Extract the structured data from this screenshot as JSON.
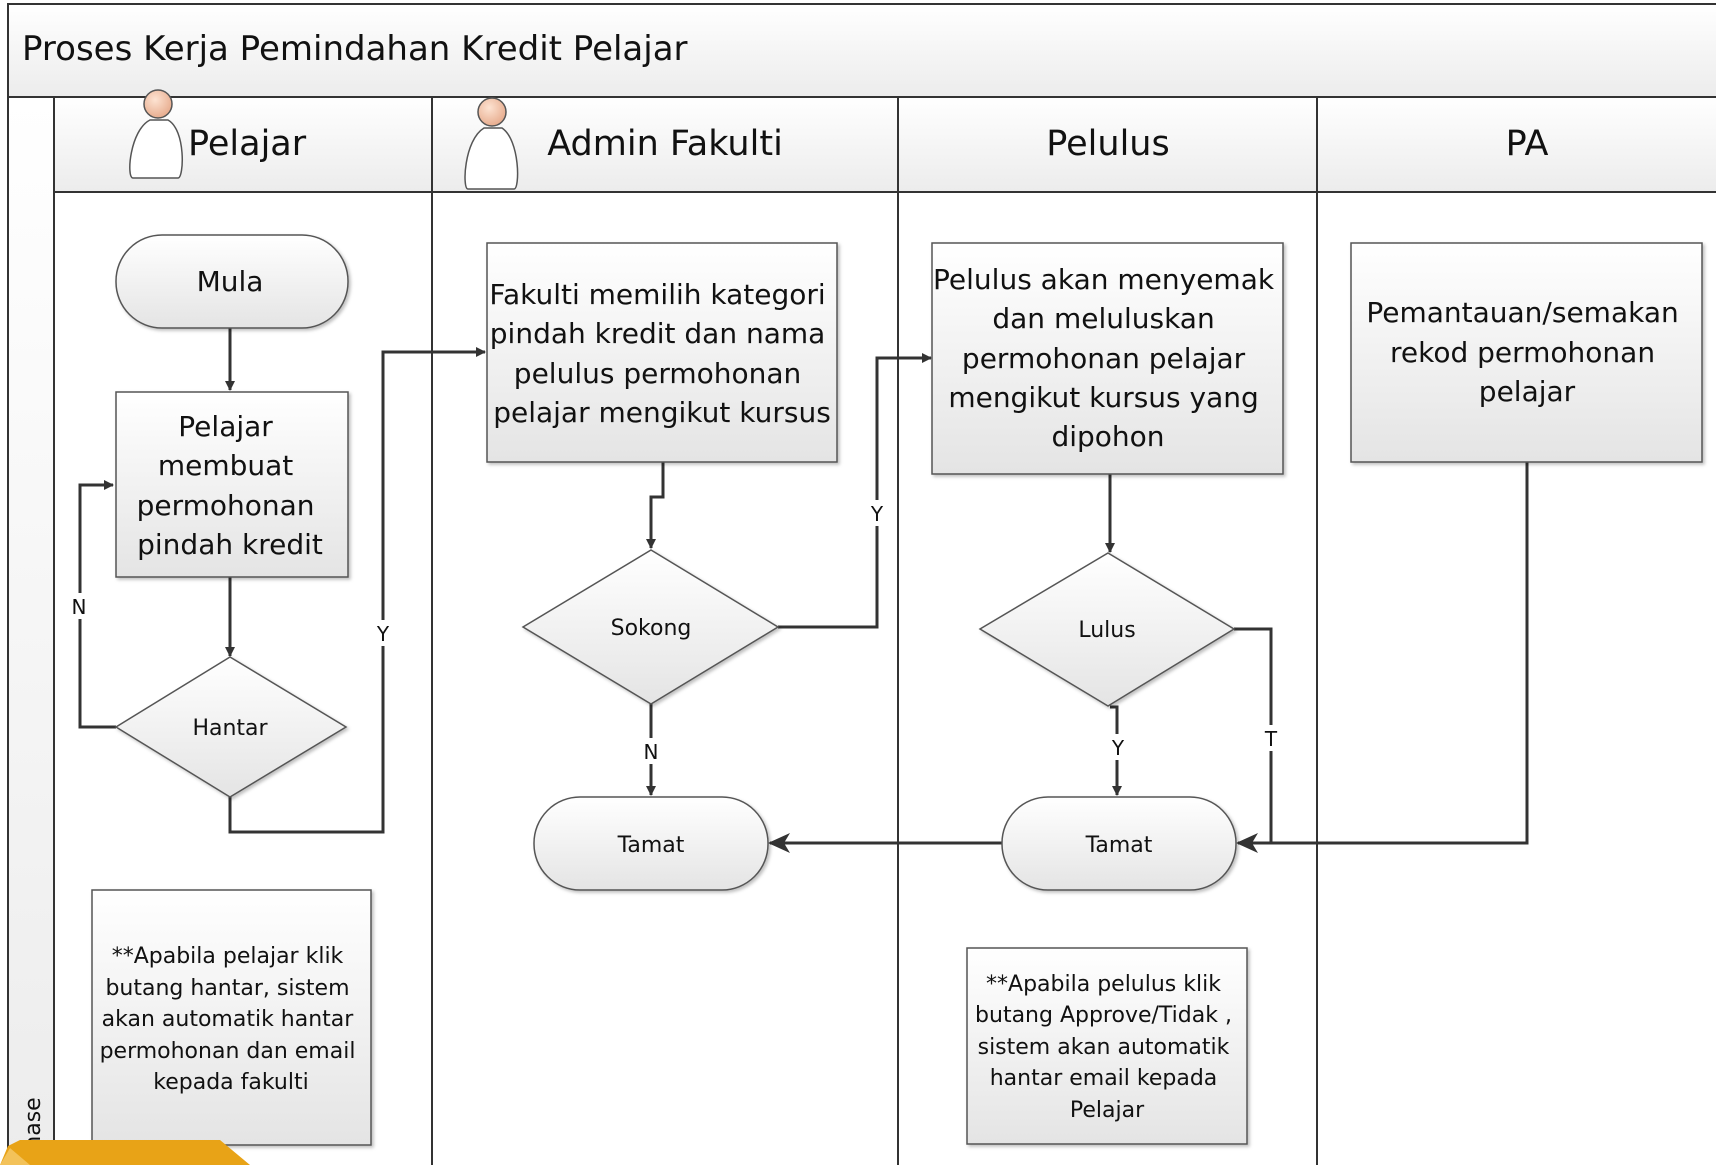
{
  "title": "Proses Kerja Pemindahan Kredit Pelajar",
  "phase_label": "Phase",
  "lanes": [
    {
      "id": "pelajar",
      "label": "Pelajar",
      "has_actor_icon": true
    },
    {
      "id": "admin",
      "label": "Admin Fakulti",
      "has_actor_icon": true
    },
    {
      "id": "pelulus",
      "label": "Pelulus",
      "has_actor_icon": false
    },
    {
      "id": "pa",
      "label": "PA",
      "has_actor_icon": false
    }
  ],
  "shapes": {
    "mula": "Mula",
    "pelajar_process": [
      "Pelajar",
      "membuat",
      "permohonan",
      "pindah kredit"
    ],
    "hantar": "Hantar",
    "pelajar_note": [
      "**Apabila pelajar klik",
      "butang hantar, sistem",
      "akan automatik hantar",
      "permohonan dan email",
      "kepada fakulti"
    ],
    "fakulti_process": [
      "Fakulti  memilih kategori",
      "pindah kredit dan nama",
      "pelulus  permohonan",
      "pelajar mengikut kursus"
    ],
    "sokong": "Sokong",
    "tamat_admin": "Tamat",
    "pelulus_process": [
      "Pelulus akan menyemak",
      "dan meluluskan",
      "permohonan pelajar",
      "mengikut kursus yang",
      "dipohon"
    ],
    "lulus": "Lulus",
    "tamat_pelulus": "Tamat",
    "pelulus_note": [
      "**Apabila pelulus klik",
      "butang Approve/Tidak ,",
      "sistem akan automatik",
      "hantar email  kepada",
      "Pelajar"
    ],
    "pa_process": [
      "Pemantauan/semakan",
      "rekod permohonan",
      "pelajar"
    ]
  },
  "edge_labels": {
    "hantar_no": "N",
    "hantar_yes": "Y",
    "sokong_yes": "Y",
    "sokong_no": "N",
    "lulus_yes": "Y",
    "lulus_no": "T"
  },
  "colors": {
    "frame": "#333333",
    "shape_fill_top": "#ffffff",
    "shape_fill_bottom": "#e6e6e6",
    "connector": "#333333",
    "accent": "#e8a317"
  }
}
